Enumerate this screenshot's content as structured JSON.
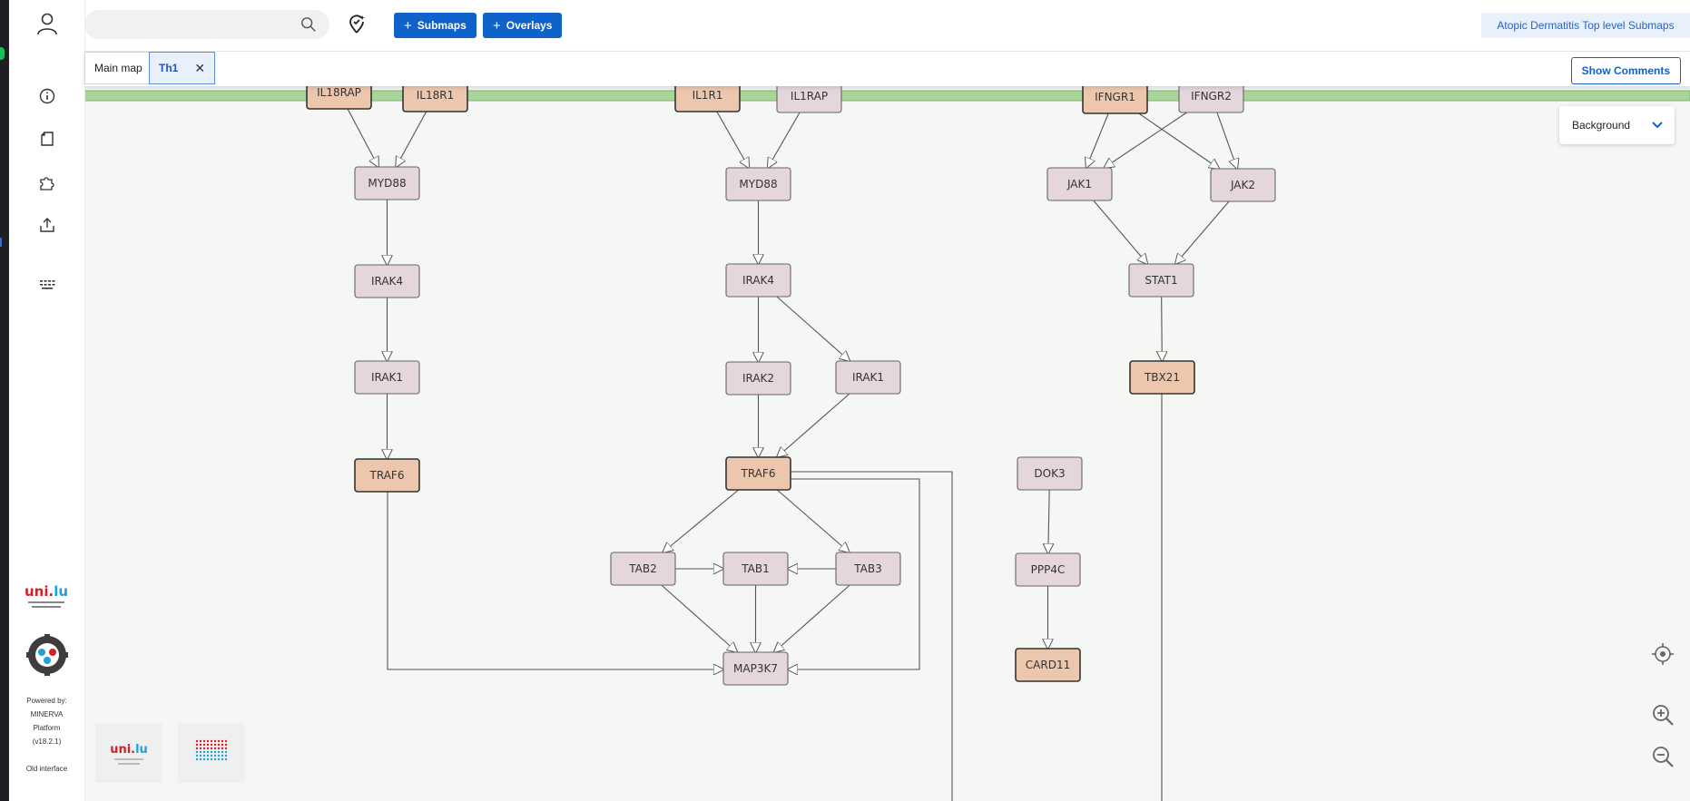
{
  "header": {
    "search": {
      "placeholder": "",
      "value": ""
    },
    "submaps_label": "Submaps",
    "overlays_label": "Overlays",
    "project_name": "Atopic Dermatitis Top level Submaps"
  },
  "tabs": [
    {
      "label": "Main map",
      "active": false
    },
    {
      "label": "Th1",
      "active": true
    }
  ],
  "show_comments_label": "Show Comments",
  "background_select": {
    "value": "Background"
  },
  "sidebar": {
    "icons": [
      "info-icon",
      "file-icon",
      "puzzle-icon",
      "export-icon",
      "legend-icon"
    ],
    "powered_by": [
      "Powered by:",
      "MINERVA",
      "Platform",
      "(v18.2.1)"
    ],
    "old_interface_label": "Old interface"
  },
  "map": {
    "membrane_color": "#a9d49a",
    "node_color_default": "#e4d6dc",
    "node_color_highlight": "#ecc7ae",
    "nodes": [
      {
        "id": "IL18RAP",
        "label": "IL18RAP",
        "highlight": true
      },
      {
        "id": "IL18R1",
        "label": "IL18R1",
        "highlight": true
      },
      {
        "id": "MYD88a",
        "label": "MYD88",
        "highlight": false
      },
      {
        "id": "IRAK4a",
        "label": "IRAK4",
        "highlight": false
      },
      {
        "id": "IRAK1a",
        "label": "IRAK1",
        "highlight": false
      },
      {
        "id": "TRAF6a",
        "label": "TRAF6",
        "highlight": true
      },
      {
        "id": "IL1R1",
        "label": "IL1R1",
        "highlight": true
      },
      {
        "id": "IL1RAP",
        "label": "IL1RAP",
        "highlight": false
      },
      {
        "id": "MYD88b",
        "label": "MYD88",
        "highlight": false
      },
      {
        "id": "IRAK4b",
        "label": "IRAK4",
        "highlight": false
      },
      {
        "id": "IRAK2",
        "label": "IRAK2",
        "highlight": false
      },
      {
        "id": "IRAK1b",
        "label": "IRAK1",
        "highlight": false
      },
      {
        "id": "TRAF6b",
        "label": "TRAF6",
        "highlight": true
      },
      {
        "id": "TAB2",
        "label": "TAB2",
        "highlight": false
      },
      {
        "id": "TAB1",
        "label": "TAB1",
        "highlight": false
      },
      {
        "id": "TAB3",
        "label": "TAB3",
        "highlight": false
      },
      {
        "id": "MAP3K7",
        "label": "MAP3K7",
        "highlight": false
      },
      {
        "id": "IFNGR1",
        "label": "IFNGR1",
        "highlight": true
      },
      {
        "id": "IFNGR2",
        "label": "IFNGR2",
        "highlight": false
      },
      {
        "id": "JAK1",
        "label": "JAK1",
        "highlight": false
      },
      {
        "id": "JAK2",
        "label": "JAK2",
        "highlight": false
      },
      {
        "id": "STAT1",
        "label": "STAT1",
        "highlight": false
      },
      {
        "id": "TBX21",
        "label": "TBX21",
        "highlight": true
      },
      {
        "id": "DOK3",
        "label": "DOK3",
        "highlight": false
      },
      {
        "id": "PPP4C",
        "label": "PPP4C",
        "highlight": false
      },
      {
        "id": "CARD11",
        "label": "CARD11",
        "highlight": true
      }
    ]
  },
  "logos": [
    "uni.lu",
    "LCSB"
  ]
}
